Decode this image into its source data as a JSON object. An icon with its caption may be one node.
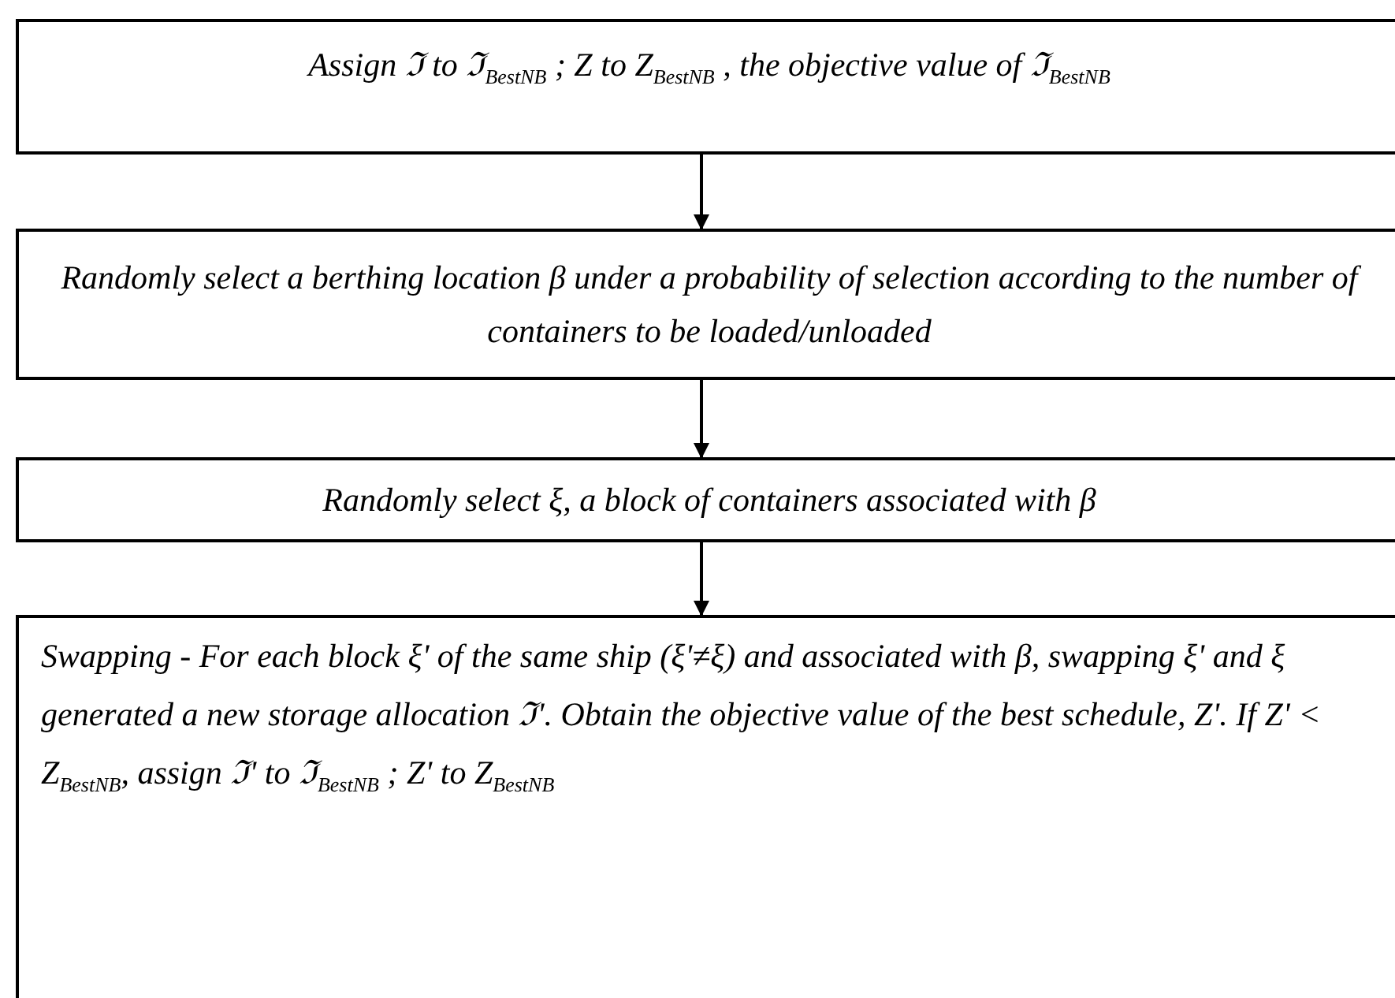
{
  "diagram": {
    "nodes": [
      {
        "text": [
          "Assign ℑ to ℑ$_{BestNB}$ ;  Z to  Z$_{BestNB}$ , the objective value of ℑ$_{BestNB}$"
        ]
      },
      {
        "text": [
          "Randomly select a berthing location β under a probability of selection according to the number of containers to be loaded/unloaded"
        ]
      },
      {
        "text": [
          "Randomly select ξ, a block of containers associated with β"
        ]
      },
      {
        "text": [
          "Swapping - For each block ξ' of the same ship (ξ'≠ξ) and associated with β, swapping ξ' and ξ generated a new storage allocation ℑ'. Obtain the objective value of the best schedule, Z'.  If Z' < Z$_{BestNB}$, assign ℑ' to ℑ$_{BestNB}$ ;  Z' to  Z$_{BestNB}$"
        ]
      }
    ],
    "edges": [
      {
        "from": 0,
        "to": 1,
        "arrow": "to"
      },
      {
        "from": 1,
        "to": 2,
        "arrow": "to"
      },
      {
        "from": 2,
        "to": 3,
        "arrow": "to"
      }
    ]
  }
}
